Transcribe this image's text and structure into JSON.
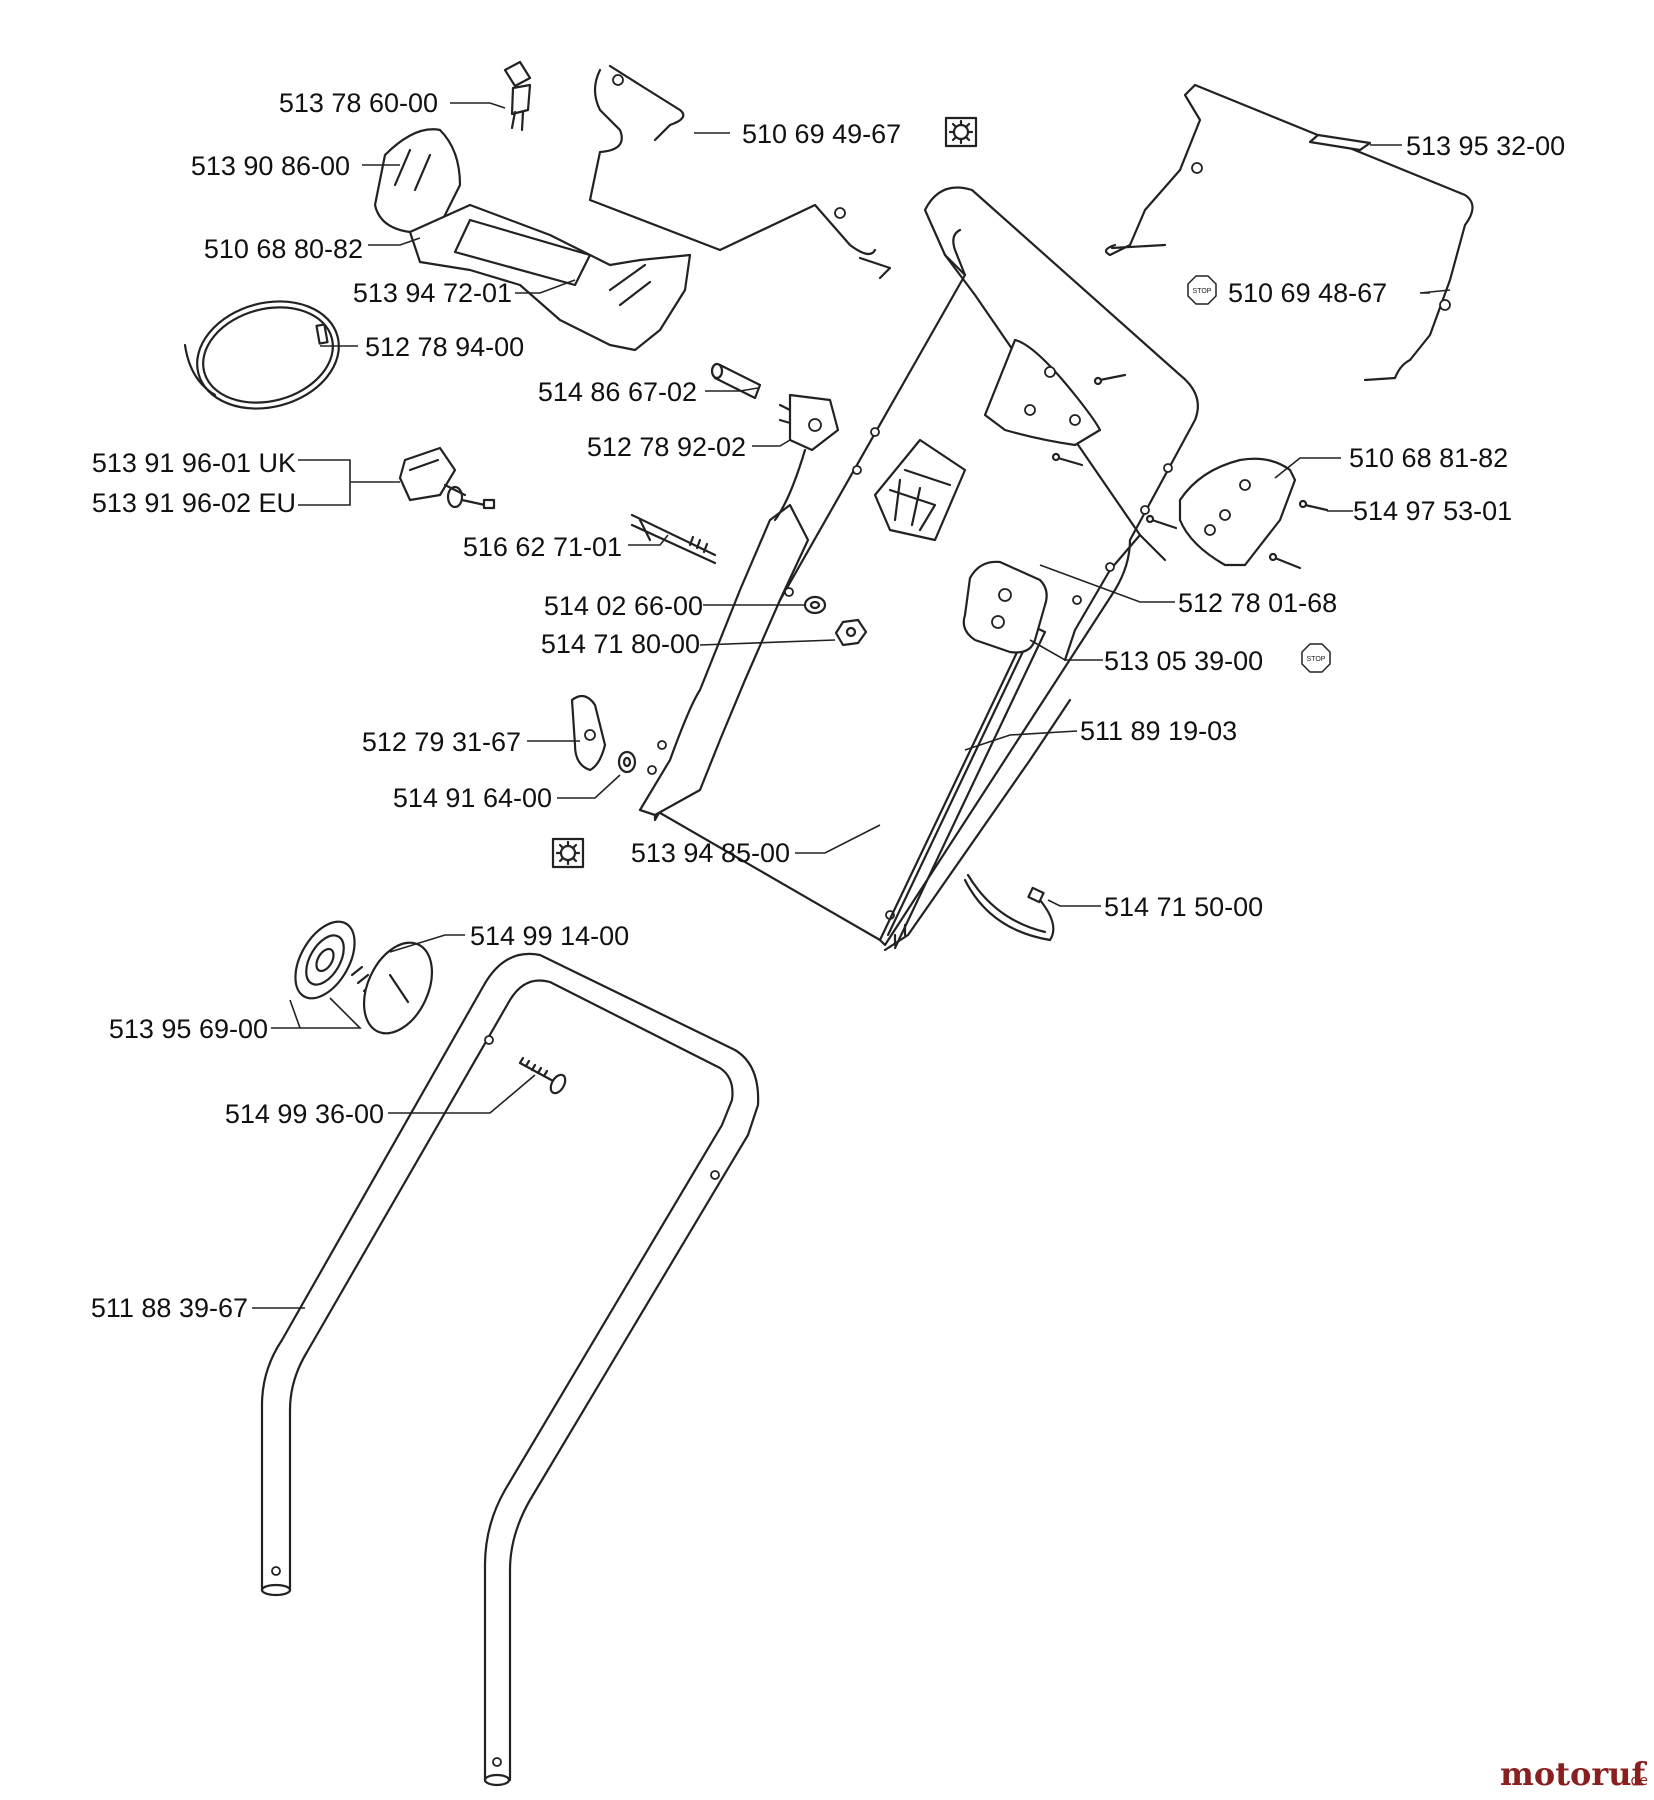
{
  "labels": {
    "p_513786000": "513 78 60-00",
    "p_513908600": "513 90 86-00",
    "p_510688082": "510 68 80-82",
    "p_513947201": "513 94 72-01",
    "p_512789400": "512 78 94-00",
    "p_514866702": "514 86 67-02",
    "p_512789202": "512 78 92-02",
    "p_513919601": "513 91 96-01 UK",
    "p_513919602": "513 91 96-02 EU",
    "p_516627101": "516 62 71-01",
    "p_514026600": "514 02 66-00",
    "p_514718000": "514 71 80-00",
    "p_512793167": "512 79 31-67",
    "p_514916400": "514 91 64-00",
    "p_513948500": "513 94 85-00",
    "p_510694967": "510 69 49-67",
    "p_513953200": "513 95 32-00",
    "p_510694867": "510 69 48-67",
    "p_510688182": "510 68 81-82",
    "p_514975301": "514 97 53-01",
    "p_512780168": "512 78 01-68",
    "p_513053900": "513 05 39-00",
    "p_511891903": "511 89 19-03",
    "p_514715000": "514 71 50-00",
    "p_514991400": "514 99 14-00",
    "p_513956900": "513 95 69-00",
    "p_514993600": "514 99 36-00",
    "p_511883967": "511 88 39-67"
  },
  "symbols": {
    "stop_sign_text": "STOP",
    "gear_icon": "gear-in-box-icon",
    "stop_icon": "stop-sign-icon"
  },
  "watermark": {
    "brand": "motoruf",
    "suffix": ".de"
  }
}
